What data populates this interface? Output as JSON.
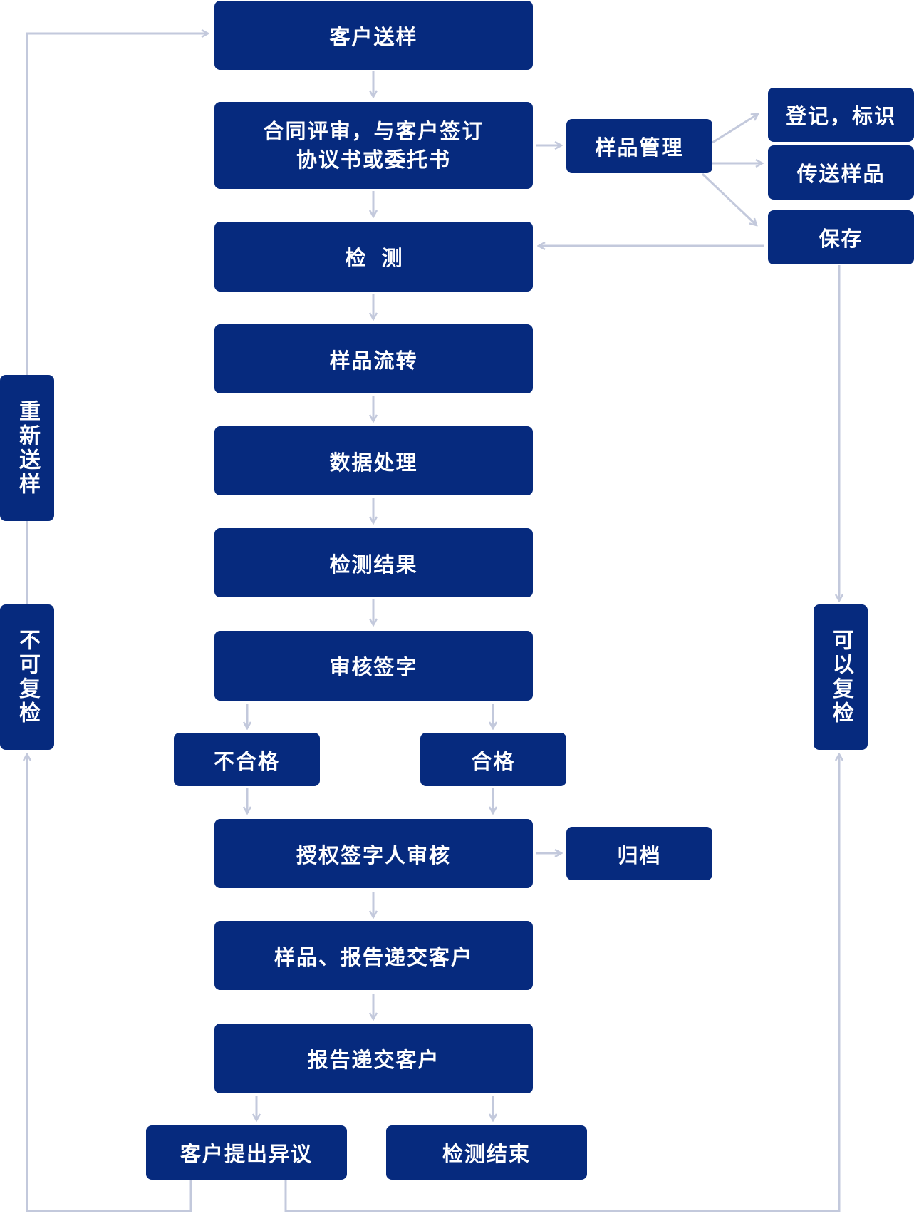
{
  "nodes": {
    "customer_send_sample": "客户送样",
    "contract_review_line1": "合同评审，与客户签订",
    "contract_review_line2": "协议书或委托书",
    "sample_management": "样品管理",
    "register_label": "登记，标识",
    "transfer_sample": "传送样品",
    "storage": "保存",
    "testing": "检测",
    "sample_circulation": "样品流转",
    "data_processing": "数据处理",
    "test_result": "检测结果",
    "review_sign": "审核签字",
    "unqualified": "不合格",
    "qualified": "合格",
    "authorized_review": "授权签字人审核",
    "archive": "归档",
    "deliver_sample_report": "样品、报告递交客户",
    "deliver_report": "报告递交客户",
    "customer_objection": "客户提出异议",
    "test_end": "检测结束",
    "resend_sample": "重新送样",
    "not_retestable": "不可复检",
    "retestable": "可以复检"
  },
  "colors": {
    "node_fill": "#062a7e",
    "node_text": "#ffffff",
    "connector": "#c3c9dc"
  }
}
